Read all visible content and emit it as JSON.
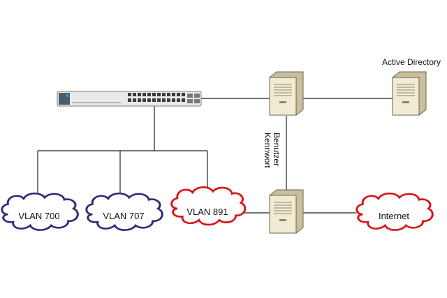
{
  "colors": {
    "line": "#222222",
    "cloud_vlan": "#2c2a7a",
    "cloud_red": "#d9131a",
    "server_body": "#f1ead3",
    "server_shadow": "#c9bf9c",
    "switch_body": "#e9e9e9"
  },
  "labels": {
    "active_directory": "Active Directory",
    "credentials_line1": "Benutzer",
    "credentials_line2": "Kennwort"
  },
  "clouds": [
    {
      "id": "vlan700",
      "label": "VLAN 700"
    },
    {
      "id": "vlan707",
      "label": "VLAN 707"
    },
    {
      "id": "vlan891",
      "label": "VLAN 891"
    },
    {
      "id": "internet",
      "label": "Internet"
    }
  ]
}
